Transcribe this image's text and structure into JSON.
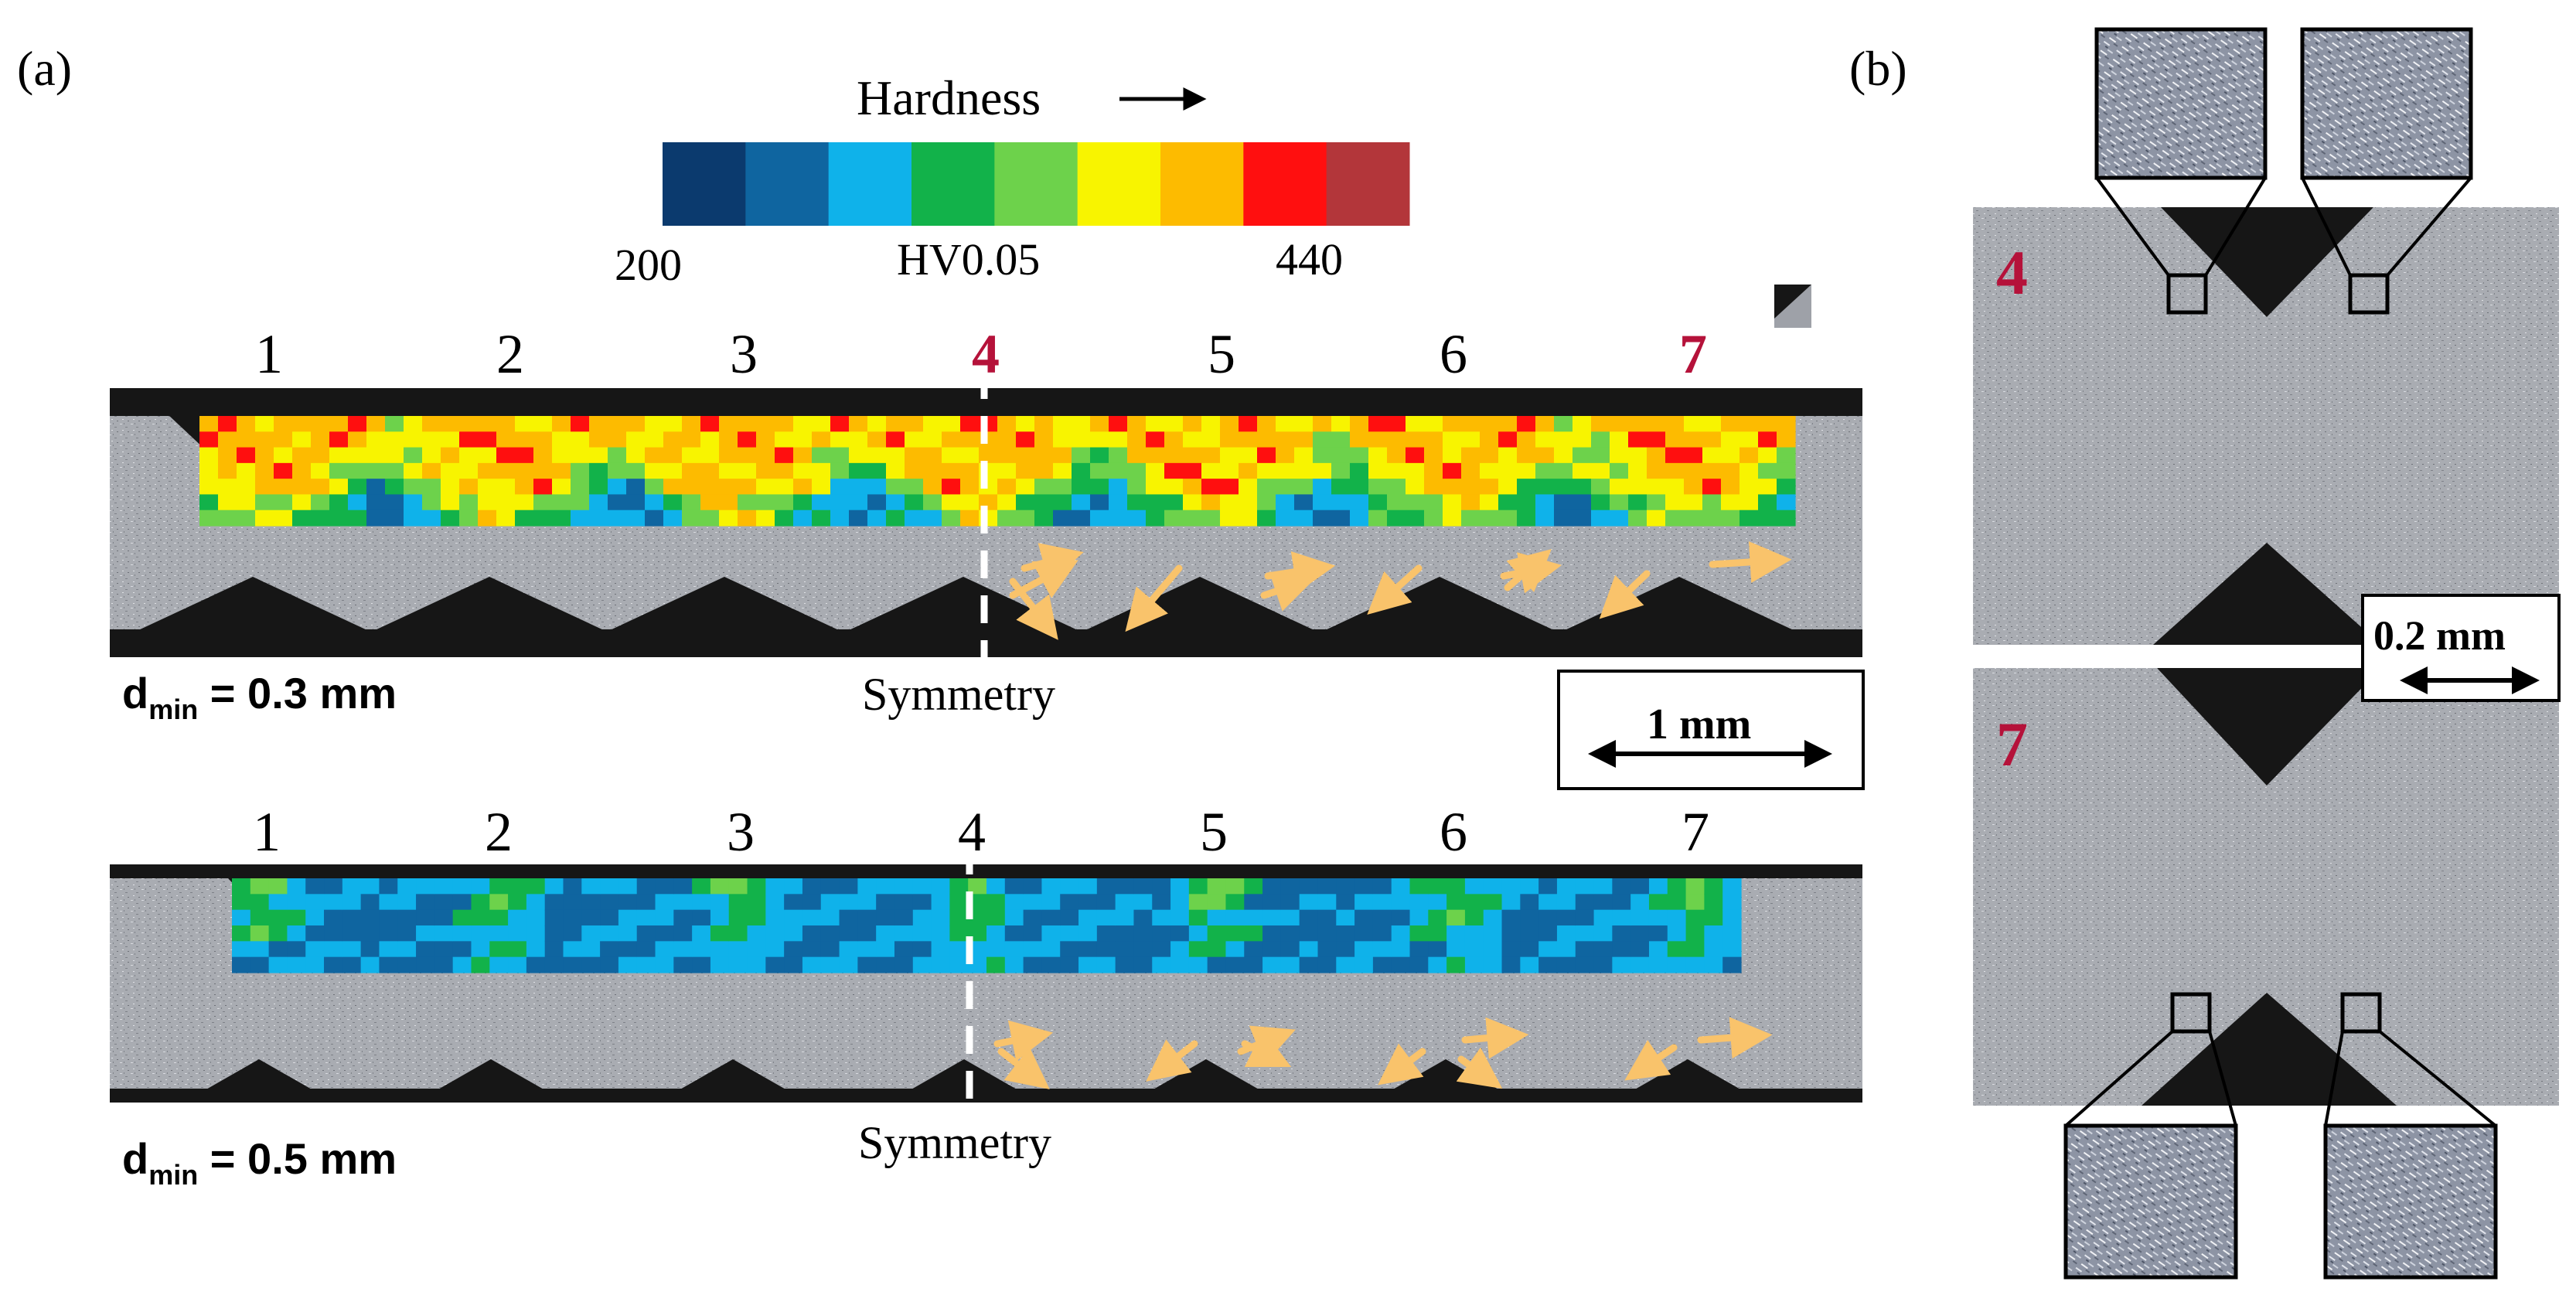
{
  "panel_a": {
    "label": "(a)",
    "legend": {
      "title": "Hardness",
      "min_label": "200",
      "unit_label": "HV0.05",
      "max_label": "440",
      "colors": [
        "#0b3a6e",
        "#0f65a0",
        "#0fb2ea",
        "#12b24a",
        "#6dd24b",
        "#f8f400",
        "#fdbb00",
        "#ff0f0f",
        "#b3363a"
      ]
    },
    "top_strip": {
      "numbers": [
        "1",
        "2",
        "3",
        "4",
        "5",
        "6",
        "7"
      ],
      "highlighted": [
        "4",
        "7"
      ],
      "dmin_label": "d",
      "dmin_sub": "min",
      "dmin_value": " = 0.3 mm",
      "symmetry_label": "Symmetry"
    },
    "bottom_strip": {
      "numbers": [
        "1",
        "2",
        "3",
        "4",
        "5",
        "6",
        "7"
      ],
      "dmin_label": "d",
      "dmin_sub": "min",
      "dmin_value": " = 0.5 mm",
      "symmetry_label": "Symmetry"
    },
    "scale_bar": "1 mm"
  },
  "panel_b": {
    "label": "(b)",
    "upper_number": "4",
    "lower_number": "7",
    "scale_bar": "0.2 mm"
  },
  "colors": {
    "highlight_number": "#b5123a",
    "arrow": "#f9c36b",
    "metal": "#a8aab0",
    "dark": "#161616"
  }
}
